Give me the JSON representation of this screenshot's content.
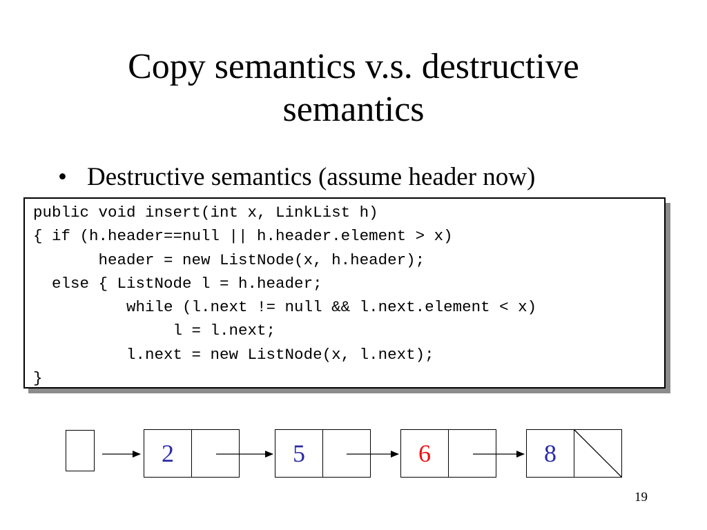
{
  "slide": {
    "title_line1": "Copy semantics v.s. destructive",
    "title_line2": "semantics",
    "bullet_marker": "•",
    "bullet_text": "Destructive semantics (assume header now)",
    "code_lines": [
      "public void insert(int x, LinkList h)",
      "{ if (h.header==null || h.header.element > x)",
      "       header = new ListNode(x, h.header);",
      "  else { ListNode l = h.header;",
      "          while (l.next != null && l.next.element < x)",
      "               l = l.next;",
      "          l.next = new ListNode(x, l.next);",
      "}"
    ],
    "page_number": "19"
  },
  "list_diagram": {
    "nodes": [
      {
        "value": "2",
        "color": "#2a2aa8"
      },
      {
        "value": "5",
        "color": "#2a2aa8"
      },
      {
        "value": "6",
        "color": "#ee1111"
      },
      {
        "value": "8",
        "color": "#2a2aa8"
      }
    ],
    "last_next": "null"
  }
}
